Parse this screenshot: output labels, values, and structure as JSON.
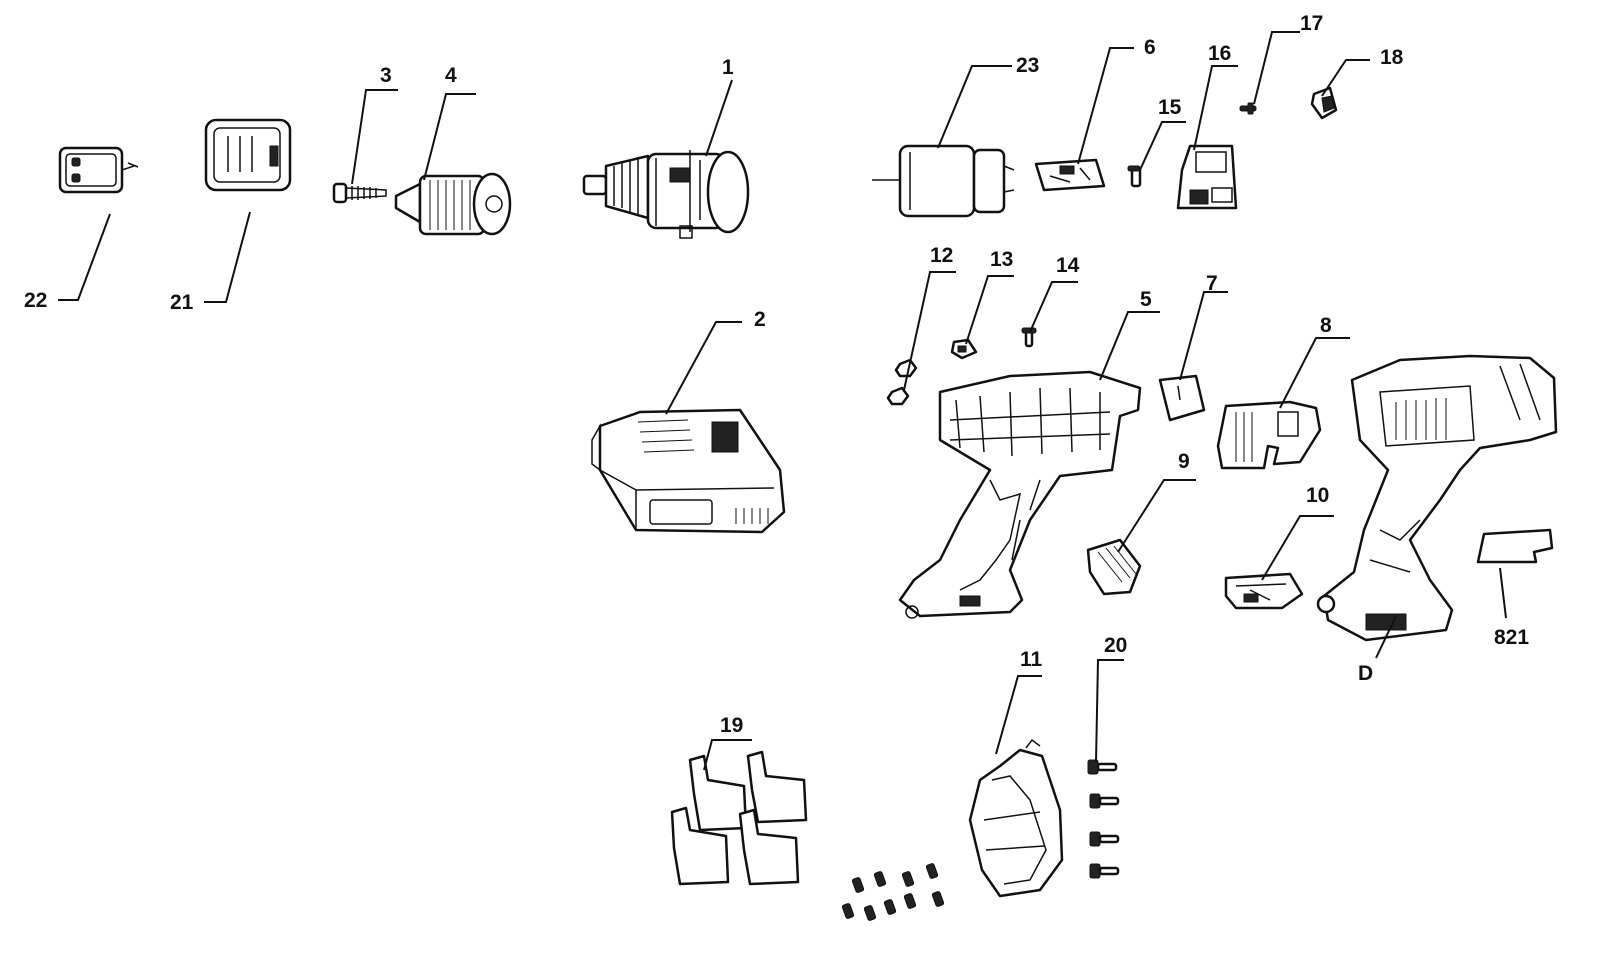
{
  "diagram": {
    "callouts": {
      "c1": "1",
      "c2": "2",
      "c3": "3",
      "c4": "4",
      "c5": "5",
      "c6": "6",
      "c7": "7",
      "c8": "8",
      "c9": "9",
      "c10": "10",
      "c11": "11",
      "c12": "12",
      "c13": "13",
      "c14": "14",
      "c15": "15",
      "c16": "16",
      "c17": "17",
      "c18": "18",
      "c19": "19",
      "c20": "20",
      "c21": "21",
      "c22": "22",
      "c23": "23",
      "c821": "821",
      "cD": "D"
    }
  }
}
